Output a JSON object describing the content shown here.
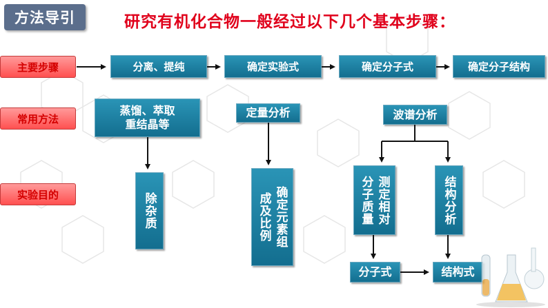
{
  "header": {
    "tag": "方法导引",
    "headline": "研究有机化合物一般经过以下几个基本步骤："
  },
  "rows": {
    "steps": "主要步骤",
    "methods": "常用方法",
    "purpose": "实验目的"
  },
  "steps": [
    "分离、提纯",
    "确定实验式",
    "确定分子式",
    "确定分子结构"
  ],
  "methods": {
    "separation": [
      "蒸馏、萃取",
      "重结晶等"
    ],
    "quantitative": "定量分析",
    "spectral": "波谱分析"
  },
  "purposes": {
    "remove_impurities": "除杂质",
    "element_ratio": [
      "确定元素组",
      "成及比例"
    ],
    "molecular_mass": [
      "测定相对",
      "分子质量"
    ],
    "structure_analysis": "结构分析"
  },
  "results": {
    "molecular_formula": "分子式",
    "structural_formula": "结构式"
  },
  "colors": {
    "accent_red": "#e0001b",
    "box_blue": "#1a7fa3",
    "tag_slate": "#5b6e8c"
  }
}
